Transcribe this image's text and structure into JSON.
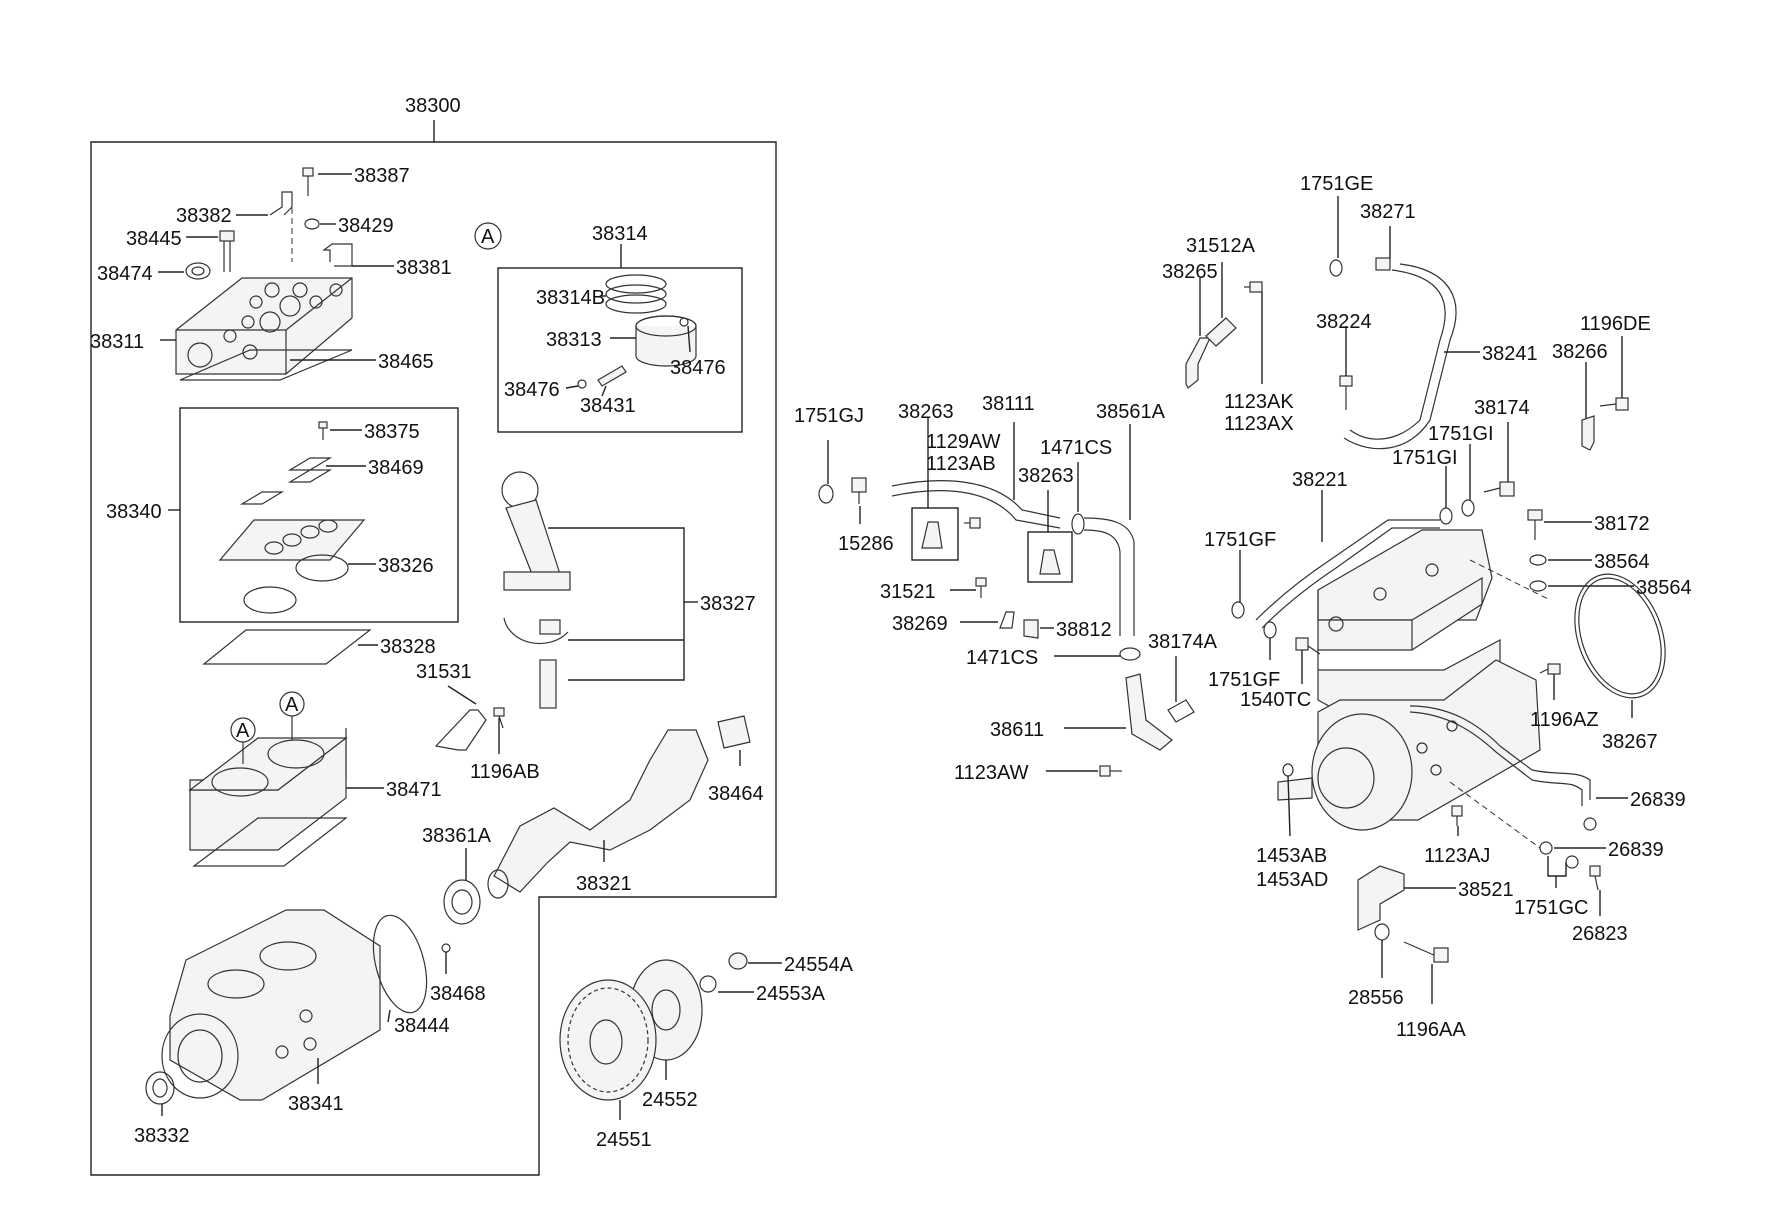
{
  "diagram": {
    "labels": {
      "p38300": "38300",
      "p38387": "38387",
      "p38382": "38382",
      "p38429": "38429",
      "p38445": "38445",
      "p38381": "38381",
      "p38474": "38474",
      "p38311": "38311",
      "p38465": "38465",
      "p38375": "38375",
      "p38469": "38469",
      "p38340": "38340",
      "p38326": "38326",
      "p38328": "38328",
      "p38471": "38471",
      "p38444": "38444",
      "p38468": "38468",
      "p38341": "38341",
      "p38332": "38332",
      "refA": "A",
      "p38314": "38314",
      "p38314B": "38314B",
      "p38313": "38313",
      "p38476a": "38476",
      "p38476b": "38476",
      "p38431": "38431",
      "p38327": "38327",
      "p31531": "31531",
      "p1196AB": "1196AB",
      "p38464": "38464",
      "p38361A": "38361A",
      "p38321": "38321",
      "p24554A": "24554A",
      "p24553A": "24553A",
      "p24552": "24552",
      "p24551": "24551",
      "p1751GJ": "1751GJ",
      "p15286": "15286",
      "p38263a": "38263",
      "p1129AW": "1129AW",
      "p1123AB": "1123AB",
      "p38111": "38111",
      "p38263b": "38263",
      "p1471CSa": "1471CS",
      "p38561A": "38561A",
      "p31521": "31521",
      "p38269": "38269",
      "p38812": "38812",
      "p1471CSb": "1471CS",
      "p38174A": "38174A",
      "p38611": "38611",
      "p1123AW": "1123AW",
      "p31512A": "31512A",
      "p38265": "38265",
      "p1123AK": "1123AK",
      "p1123AX": "1123AX",
      "p1751GE": "1751GE",
      "p38271": "38271",
      "p38224": "38224",
      "p38241": "38241",
      "p1196DE": "1196DE",
      "p38266": "38266",
      "p38174": "38174",
      "p1751GIa": "1751GI",
      "p1751GIb": "1751GI",
      "p38221": "38221",
      "p1751GFa": "1751GF",
      "p1751GFb": "1751GF",
      "p1540TC": "1540TC",
      "p38172": "38172",
      "p38564a": "38564",
      "p38564b": "38564",
      "p1196AZ": "1196AZ",
      "p38267": "38267",
      "p26839a": "26839",
      "p26839b": "26839",
      "p1453AB": "1453AB",
      "p1453AD": "1453AD",
      "p1123AJ": "1123AJ",
      "p38521": "38521",
      "p1751GC": "1751GC",
      "p26823": "26823",
      "p28556": "28556",
      "p1196AA": "1196AA"
    }
  }
}
